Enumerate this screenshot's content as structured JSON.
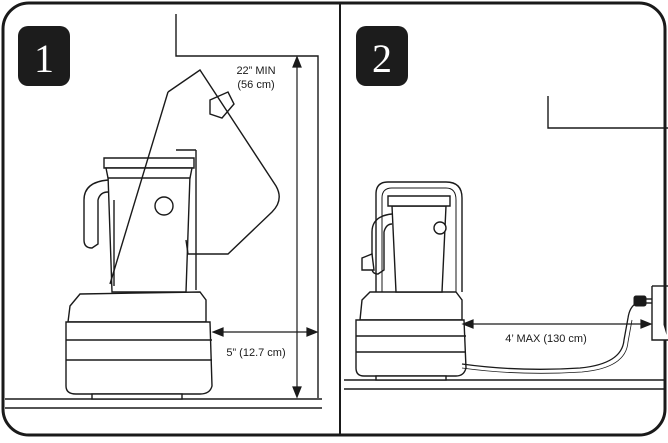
{
  "panels": [
    {
      "number": "1",
      "labels": {
        "clearance_top_line1": "22” MIN",
        "clearance_top_line2": "(56 cm)",
        "clearance_back": "5” (12.7 cm)"
      }
    },
    {
      "number": "2",
      "labels": {
        "cord_length": "4’ MAX (130 cm)"
      }
    }
  ],
  "colors": {
    "ink": "#1a1a1a",
    "badge": "#1c1c1c",
    "background": "#ffffff"
  }
}
